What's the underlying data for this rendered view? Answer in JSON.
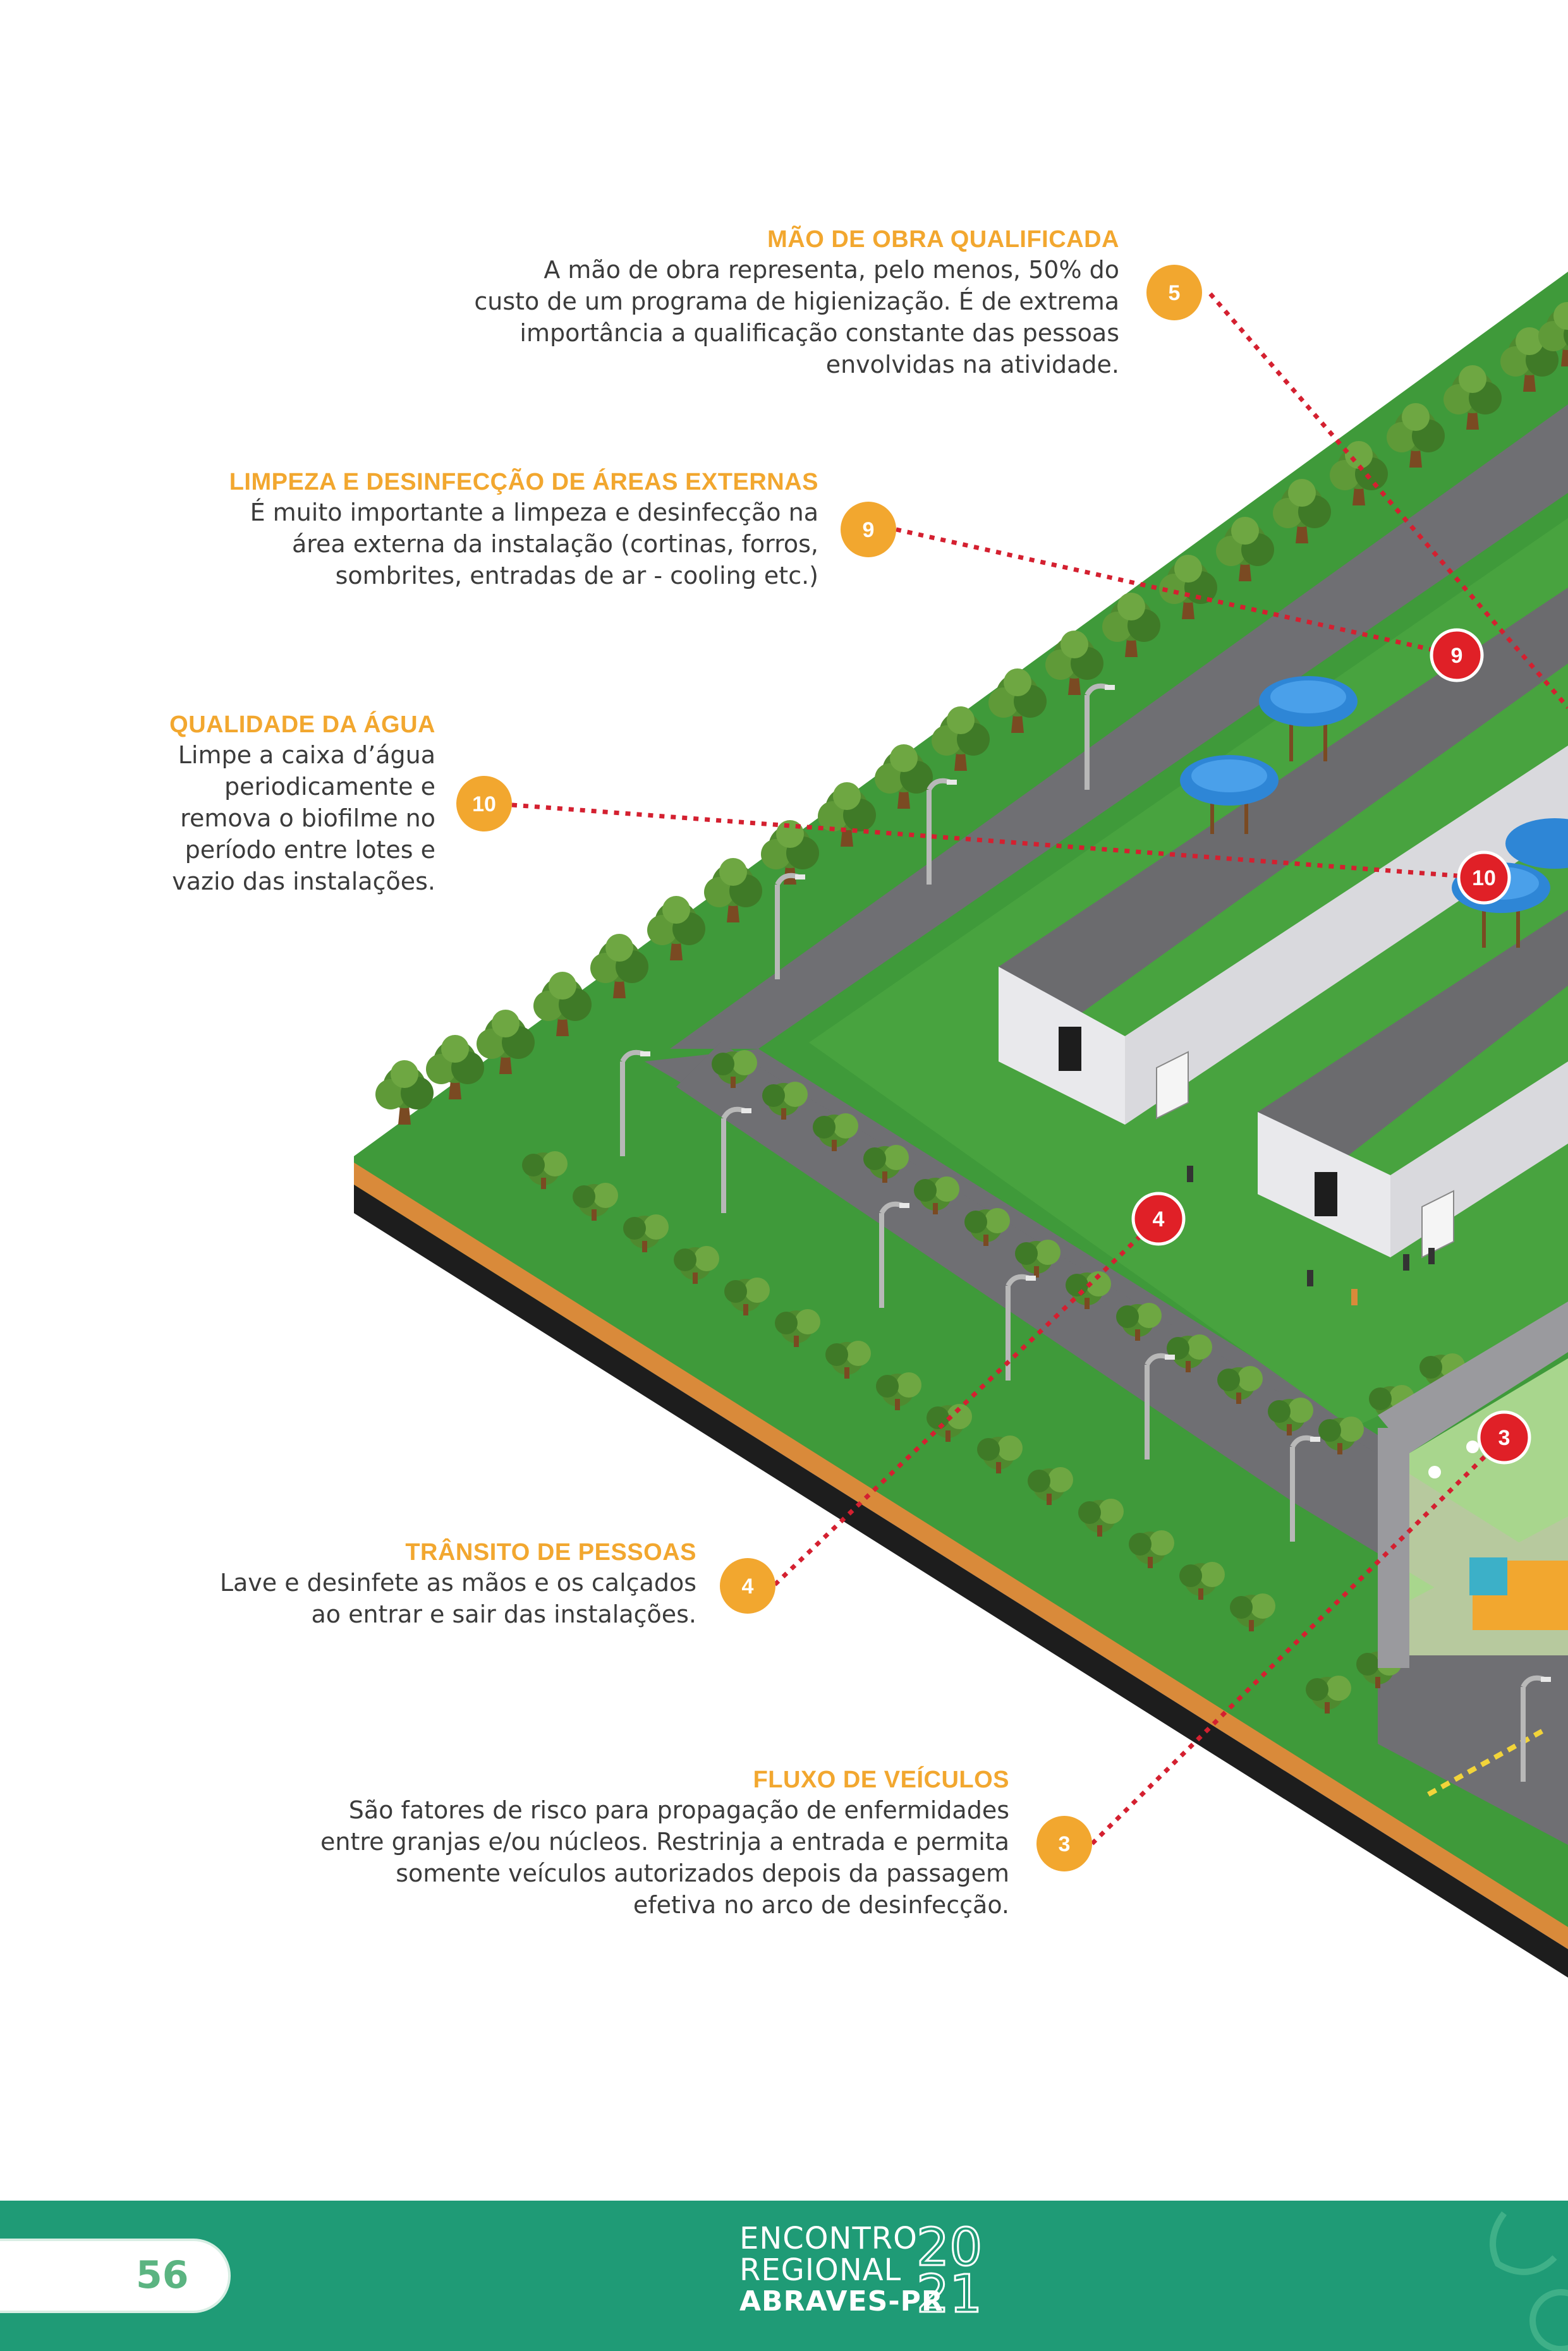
{
  "callouts": {
    "mao_de_obra": {
      "title": "MÃO DE OBRA QUALIFICADA",
      "body": "A mão de obra representa, pelo menos, 50% do\ncusto de um programa de higienização. É de extrema\nimportância a qualificação constante das pessoas\nenvolvidas na atividade.",
      "badge": "5"
    },
    "limpeza": {
      "title": "LIMPEZA E DESINFECÇÃO DE ÁREAS EXTERNAS",
      "body": "É muito importante a limpeza e desinfecção na\nárea externa da instalação (cortinas, forros,\nsombrites, entradas de ar - cooling etc.)",
      "badge": "9"
    },
    "agua": {
      "title": "QUALIDADE DA ÁGUA",
      "body": "Limpe a caixa d’água\nperiodicamente e\nremova o biofilme no\nperíodo entre lotes e\nvazio das instalações.",
      "badge": "10"
    },
    "pessoas": {
      "title": "TRÂNSITO DE PESSOAS",
      "body": "Lave e desinfete as mãos e os calçados\nao entrar e sair das instalações.",
      "badge": "4"
    },
    "veiculos": {
      "title": "FLUXO DE VEÍCULOS",
      "body": "São fatores de risco para propagação de enfermidades\nentre granjas e/ou núcleos. Restrinja a entrada e permita\nsomente veículos autorizados depois da passagem\nefetiva no arco de desinfecção.",
      "badge": "3"
    }
  },
  "markers": {
    "m9": "9",
    "m10": "10",
    "m4": "4",
    "m3": "3"
  },
  "footer": {
    "page_number": "56",
    "logo_line1": "ENCONTRO",
    "logo_line2": "REGIONAL",
    "logo_line3": "ABRAVES-PR",
    "logo_year_top": "20",
    "logo_year_bottom": "21"
  },
  "colors": {
    "accent_orange": "#f2a72f",
    "marker_red": "#e02027",
    "footer_green": "#1f9b76",
    "grass": "#3f9a3a",
    "tree": "#5f8f35"
  }
}
